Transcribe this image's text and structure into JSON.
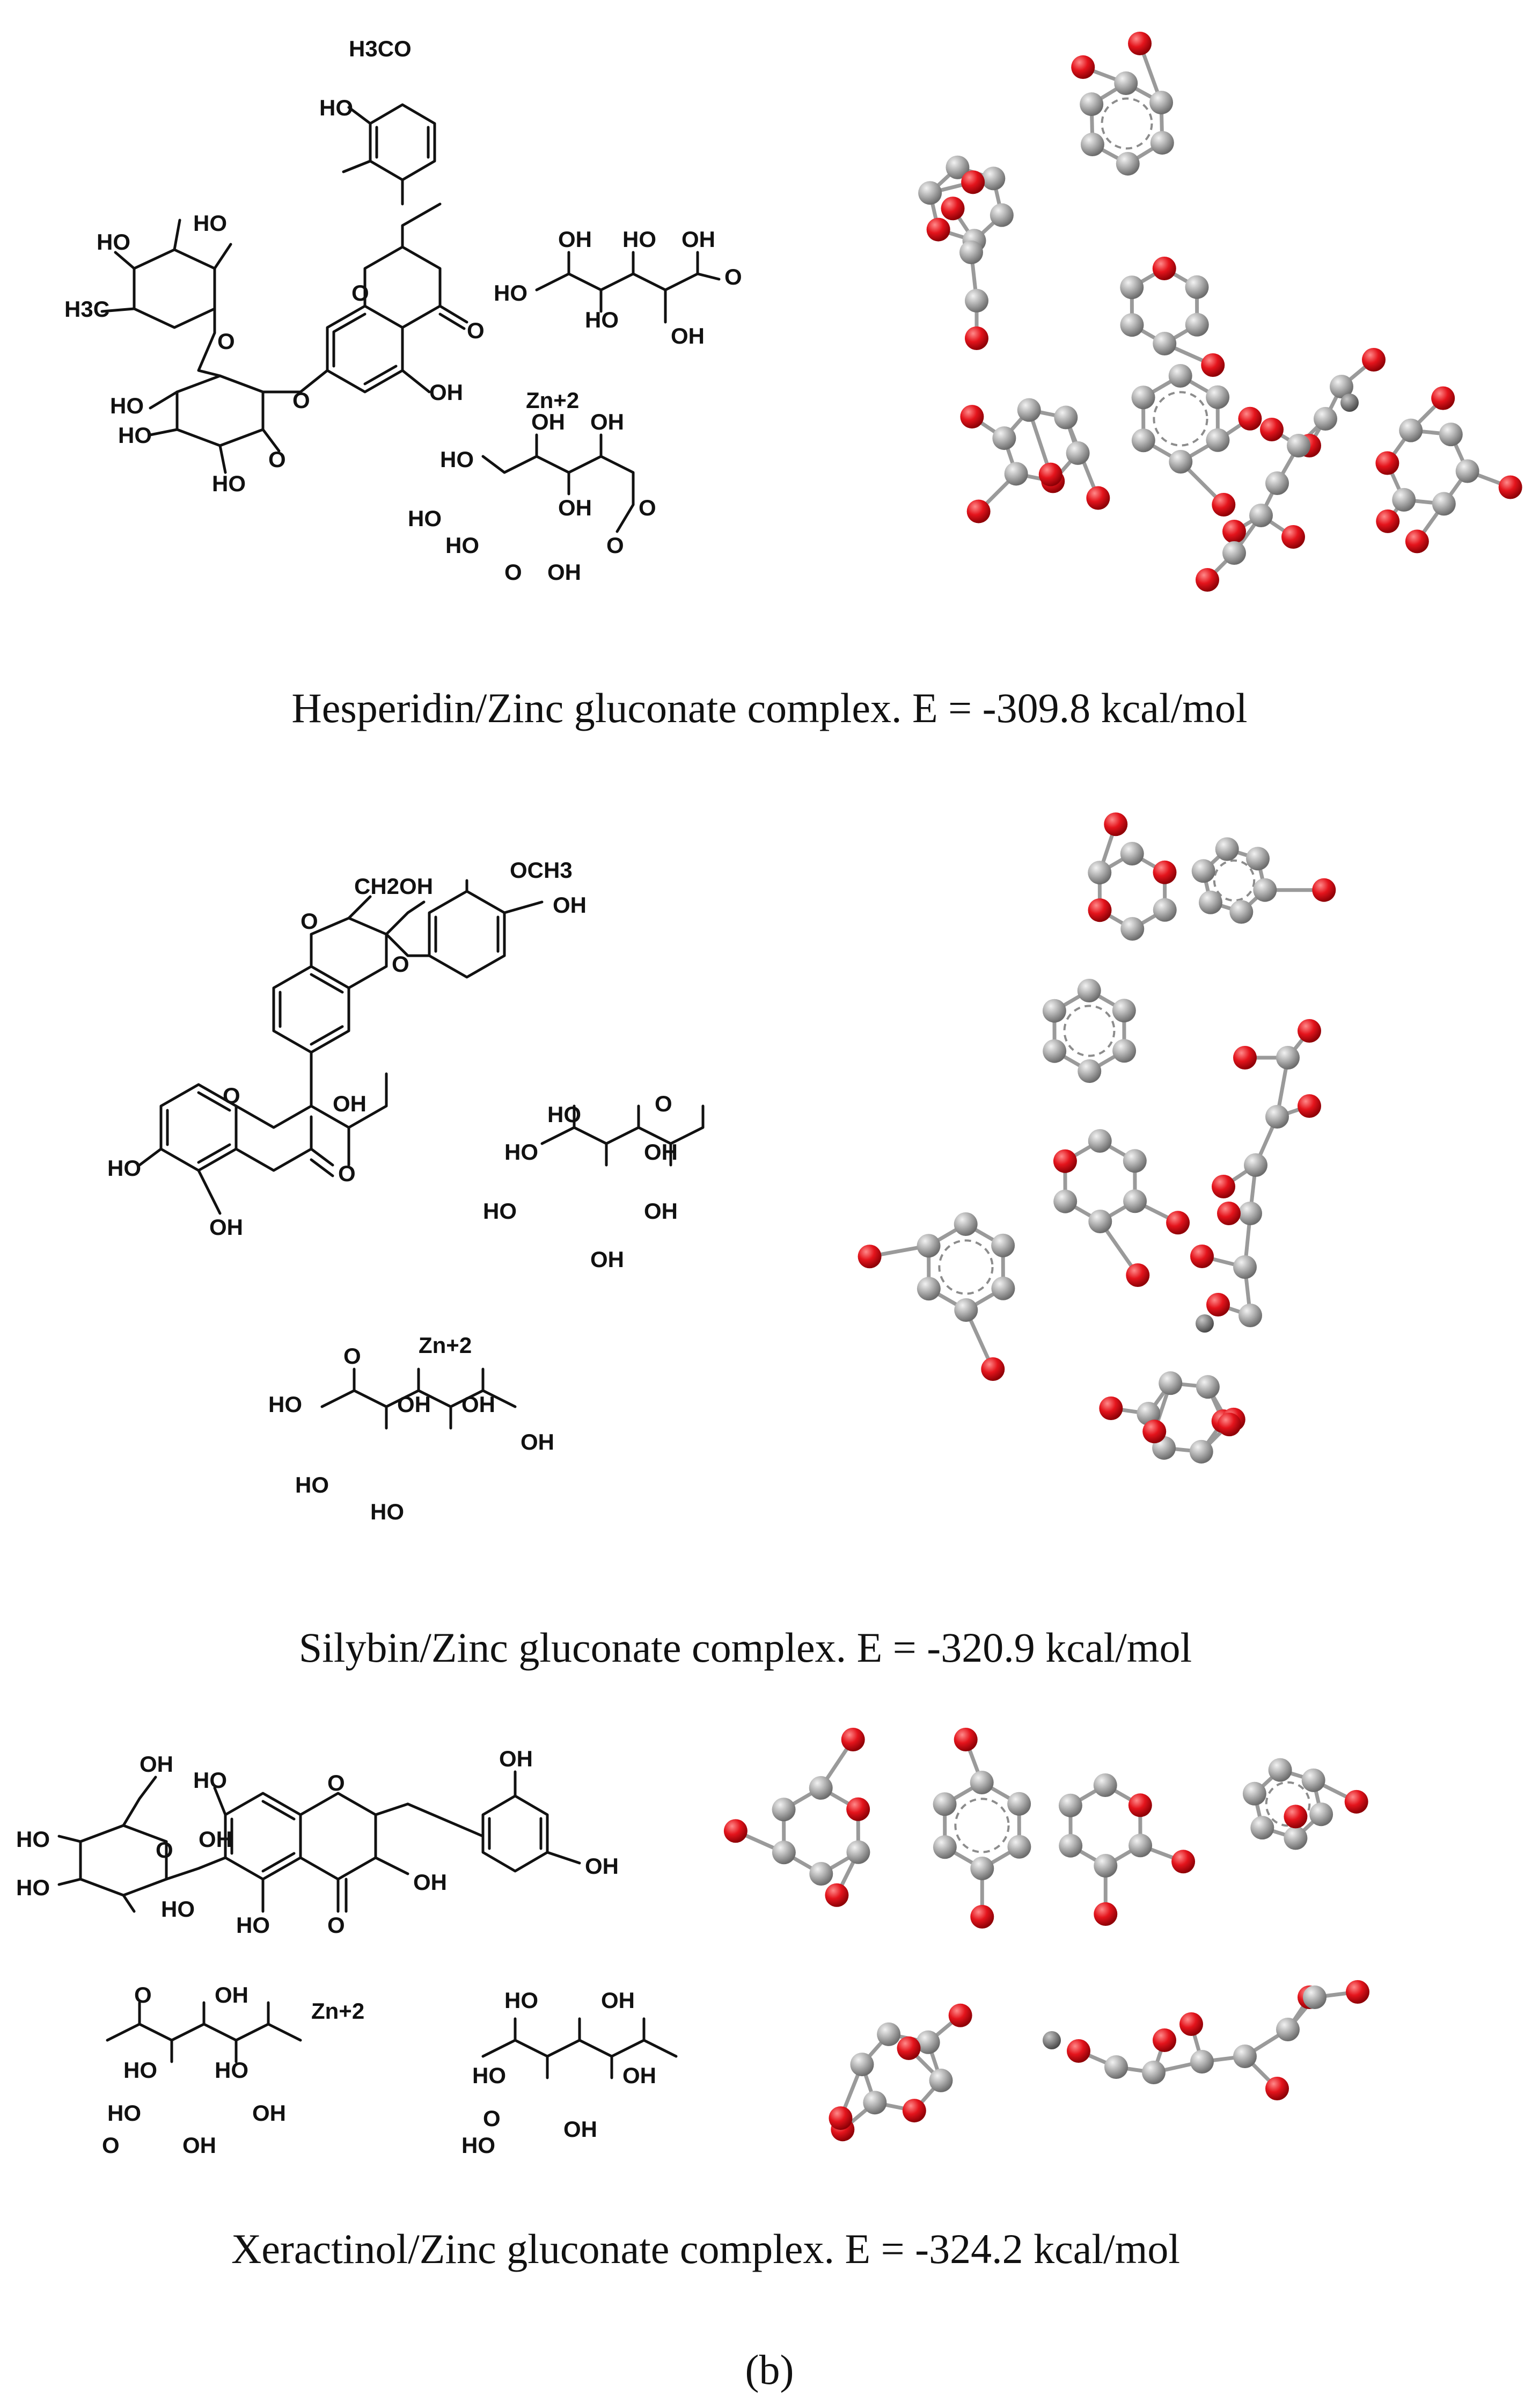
{
  "panels": [
    {
      "caption": "Hesperidin/Zinc gluconate complex. E = -309.8 kcal/mol",
      "labels": [
        "H3CO",
        "HO",
        "HO",
        "HO",
        "H3C",
        "O",
        "O",
        "O",
        "O",
        "HO",
        "HO",
        "HO",
        "O",
        "OH",
        "HO",
        "OH",
        "HO",
        "HO",
        "OH",
        "OH",
        "O",
        "Zn+2",
        "HO",
        "OH",
        "HO",
        "HO",
        "OH",
        "O",
        "OH",
        "O",
        "O",
        "OH"
      ]
    },
    {
      "caption": "Silybin/Zinc gluconate complex. E = -320.9 kcal/mol",
      "labels": [
        "OCH3",
        "CH2OH",
        "OH",
        "O",
        "O",
        "O",
        "OH",
        "O",
        "HO",
        "OH",
        "HO",
        "O",
        "HO",
        "OH",
        "HO",
        "OH",
        "OH",
        "Zn+2",
        "HO",
        "O",
        "OH",
        "OH",
        "OH",
        "HO",
        "HO"
      ]
    },
    {
      "caption": "Xeractinol/Zinc gluconate complex. E = -324.2 kcal/mol",
      "labels": [
        "OH",
        "HO",
        "OH",
        "HO",
        "HO",
        "O",
        "OH",
        "O",
        "HO",
        "O",
        "OH",
        "OH",
        "HO",
        "O",
        "OH",
        "HO",
        "Zn+2",
        "HO",
        "HO",
        "OH",
        "O",
        "OH",
        "HO",
        "OH",
        "HO",
        "OH",
        "O",
        "HO",
        "OH"
      ]
    }
  ],
  "panel_label": "(b)",
  "colors": {
    "atom_carbon": "#a8a8a8",
    "atom_oxygen": "#e0141c",
    "atom_zinc": "#6f6f6f",
    "bond_2d": "#111111"
  }
}
